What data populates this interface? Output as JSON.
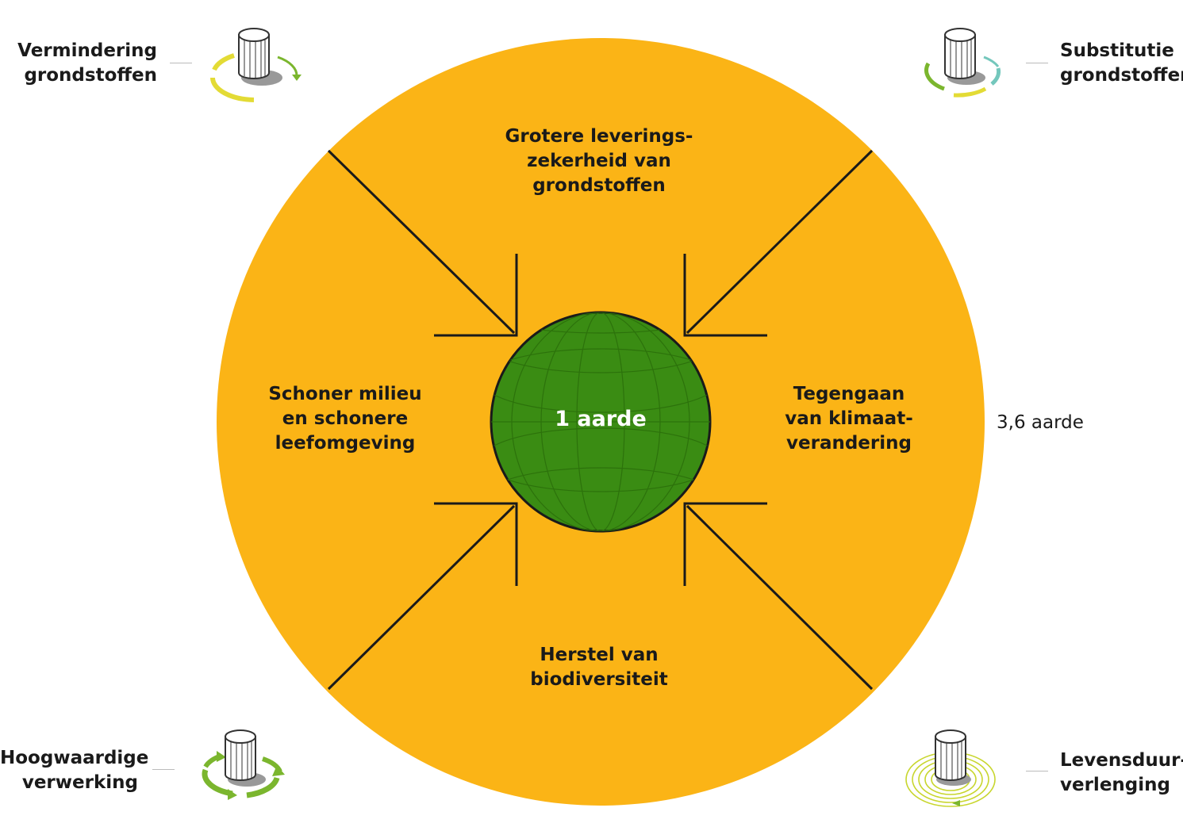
{
  "colors": {
    "outer_circle": "#FBB416",
    "earth": "#3A8C13",
    "arrow": "#1a1a1a",
    "knob_yellow": "#E3DB35",
    "knob_green": "#7BB62E",
    "knob_teal": "#74C7BC"
  },
  "center_label": "1 aarde",
  "outer_label": "3,6 aarde",
  "goals": {
    "top": "Grotere leverings-\nzekerheid van\ngrondstoffen",
    "left": "Schoner milieu\nen schonere\nleefomgeving",
    "right": "Tegengaan\nvan klimaat-\nverandering",
    "bottom": "Herstel van\nbiodiversiteit"
  },
  "knobs": {
    "top_left": {
      "label": "Vermindering\ngrondstoffen",
      "icon": "knob-reduce-icon"
    },
    "top_right": {
      "label": "Substitutie\ngrondstoffen",
      "icon": "knob-substitute-icon"
    },
    "bottom_left": {
      "label": "Hoogwaardige\nverwerking",
      "icon": "knob-recycle-icon"
    },
    "bottom_right": {
      "label": "Levensduur-\nverlenging",
      "icon": "knob-lifespan-icon"
    }
  }
}
